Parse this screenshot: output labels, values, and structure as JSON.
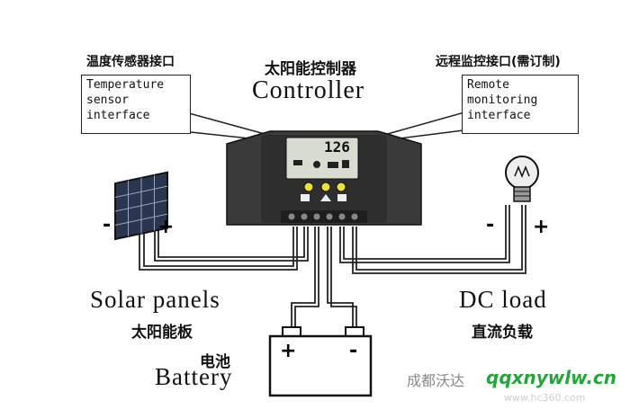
{
  "sensor": {
    "cn_label": "温度传感器接口",
    "en_label": "Temperature\nsensor\ninterface"
  },
  "controller": {
    "cn_label": "太阳能控制器",
    "en_label": "Controller",
    "lcd_value": "126"
  },
  "remote": {
    "cn_label": "远程监控接口(需订制)",
    "en_label": "Remote\nmonitoring\ninterface"
  },
  "solar": {
    "en_label": "Solar panels",
    "cn_label": "太阳能板",
    "minus": "-",
    "plus": "+"
  },
  "load": {
    "en_label": "DC load",
    "cn_label": "直流负载",
    "minus": "-",
    "plus": "+"
  },
  "battery": {
    "cn_label": "电池",
    "en_label": "Battery",
    "plus": "+",
    "minus": "-"
  },
  "watermark": {
    "company": "成都沃达",
    "site": "qqxnywlw.cn",
    "faint": "www.hc360.com"
  },
  "colors": {
    "controller_body": "#3a3a3a",
    "lcd": "#d9dcd0",
    "button": "#f2e12a",
    "wire": "#222222",
    "watermark_green": "#22a83a"
  }
}
